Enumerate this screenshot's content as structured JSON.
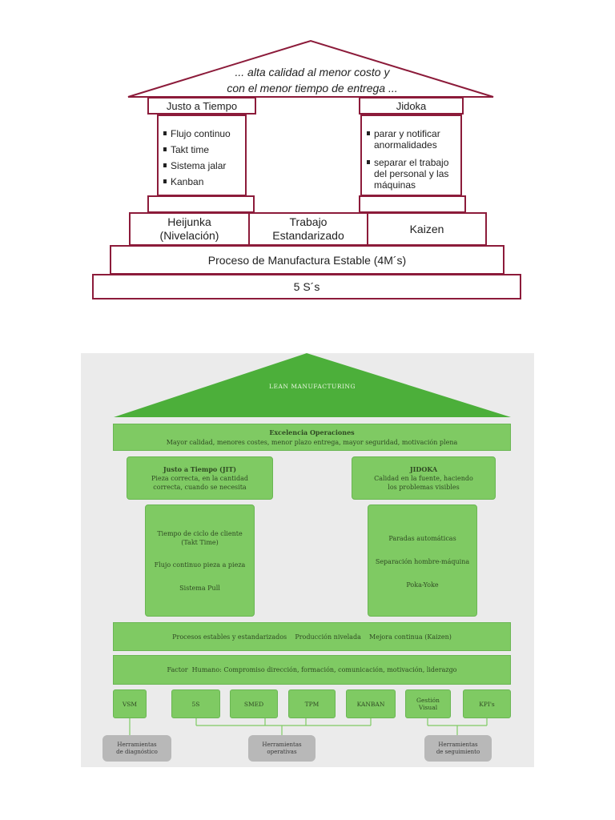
{
  "top_diagram": {
    "roof_lines": [
      "... alta calidad al menor costo y",
      "con el menor tiempo de entrega ..."
    ],
    "left_pillar": {
      "title": "Justo a Tiempo",
      "items": [
        "Flujo  continuo",
        "Takt time",
        "Sistema jalar",
        "Kanban"
      ]
    },
    "right_pillar": {
      "title": "Jidoka",
      "items": [
        "parar y notificar anormalidades",
        "separar el trabajo del personal y las máquinas"
      ]
    },
    "foundation_row": [
      {
        "lines": [
          "Heijunka",
          "(Nivelación)"
        ]
      },
      {
        "lines": [
          "Trabajo",
          "Estandarizado"
        ]
      },
      {
        "lines": [
          "Kaizen"
        ]
      }
    ],
    "base_1": "Proceso de Manufactura Estable (4M´s)",
    "base_2": "5 S´s",
    "colors": {
      "border": "#8c1b3a"
    }
  },
  "bottom_diagram": {
    "roof_title": "LEAN MANUFACTURING",
    "excellence": {
      "title": "Excelencia Operaciones",
      "subtitle": "Mayor calidad, menores costes, menor plazo entrega, mayor seguridad, motivación plena"
    },
    "left_pillar": {
      "title": "Justo a Tiempo (JIT)",
      "subtitle_lines": [
        "Pieza correcta, en la cantidad",
        "correcta, cuando se necesita"
      ],
      "items": [
        {
          "lines": [
            "Tiempo de ciclo de cliente",
            "(Takt Time)"
          ]
        },
        {
          "lines": [
            "Flujo continuo pieza a pieza"
          ]
        },
        {
          "lines": [
            "Sistema Pull"
          ]
        }
      ]
    },
    "right_pillar": {
      "title": "JIDOKA",
      "subtitle_lines": [
        "Calidad en la fuente, haciendo",
        "los problemas visibles"
      ],
      "items": [
        {
          "lines": [
            "Paradas automáticas"
          ]
        },
        {
          "lines": [
            "Separación hombre-máquina"
          ]
        },
        {
          "lines": [
            "Poka-Yoke"
          ]
        }
      ]
    },
    "processes_bar": "Procesos estables y estandarizados    Producción nivelada    Mejora continua (Kaizen)",
    "human_bar": "Factor  Humano: Compromiso dirección, formación, comunicación, motivación, liderazgo",
    "tools": [
      {
        "lines": [
          "VSM"
        ]
      },
      {
        "lines": [
          "5S"
        ]
      },
      {
        "lines": [
          "SMED"
        ]
      },
      {
        "lines": [
          "TPM"
        ]
      },
      {
        "lines": [
          "KANBAN"
        ]
      },
      {
        "lines": [
          "Gestión",
          "Visual"
        ]
      },
      {
        "lines": [
          "KPI's"
        ]
      }
    ],
    "tool_groups": [
      {
        "lines": [
          "Herramientas",
          "de diagnóstico"
        ]
      },
      {
        "lines": [
          "Herramientas",
          "operativas"
        ]
      },
      {
        "lines": [
          "Herramientas",
          "de seguimiento"
        ]
      }
    ],
    "colors": {
      "green": "#7fca63",
      "roof_green": "#4caf3a",
      "panel": "#ebebeb",
      "grey": "#b8b8b8"
    }
  }
}
